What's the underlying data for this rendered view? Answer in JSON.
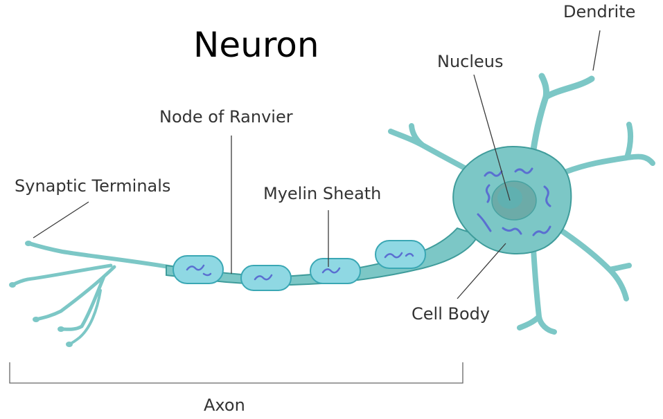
{
  "title": "Neuron",
  "labels": {
    "dendrite": "Dendrite",
    "nucleus": "Nucleus",
    "node_of_ranvier": "Node of Ranvier",
    "synaptic_terminals": "Synaptic Terminals",
    "myelin_sheath": "Myelin Sheath",
    "cell_body": "Cell Body",
    "axon": "Axon"
  },
  "colors": {
    "cell_fill": "#7cc7c6",
    "cell_stroke": "#3f9c9b",
    "cell_dark": "#5eb2b1",
    "myelin_fill": "#8fd8e3",
    "myelin_stroke": "#3aa7b4",
    "nucleus_fill": "#6aa7a3",
    "organelle": "#5a6fd1"
  }
}
